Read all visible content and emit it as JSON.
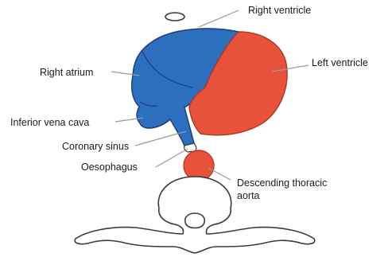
{
  "labels": {
    "right_ventricle": "Right ventricle",
    "right_atrium": "Right atrium",
    "left_ventricle": "Left ventricle",
    "inferior_vena_cava": "Inferior vena cava",
    "coronary_sinus": "Coronary sinus",
    "oesophagus": "Oesophagus",
    "descending_aorta_line1": "Descending thoracic",
    "descending_aorta_line2": "aorta"
  },
  "colors": {
    "deoxygenated": "#2d6fbf",
    "oxygenated": "#e8513a",
    "outline": "#3a3a3a",
    "leader": "#9a9a9a"
  }
}
